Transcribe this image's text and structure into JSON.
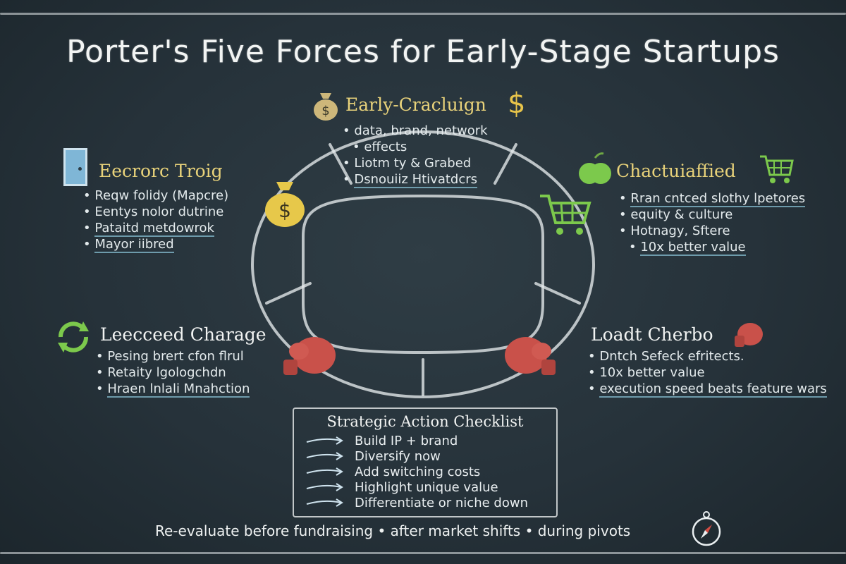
{
  "title": "Porter's Five Forces for Early-Stage Startups",
  "forces": {
    "top": {
      "heading": "Early-Cracluign",
      "items": [
        "data, brand, network",
        "effects",
        "Liotm ty & Grabed",
        "Dsnouiiz Htivatdcrs"
      ],
      "icon_left": "money-bag-icon",
      "icon_right": "dollar-sign-icon",
      "color": "#e8d27a"
    },
    "left_top": {
      "heading": "Eecrorc Troig",
      "items": [
        "Reqw folidy (Mapcre)",
        "Eentys nolor dutrine",
        "Pataitd metdowrok",
        "Mayor iibred"
      ],
      "icon": "door-icon",
      "icon_extra": "money-bag-icon",
      "color": "#e8d27a"
    },
    "right_top": {
      "heading": "Chactuiaffied",
      "items": [
        "Rran cntced slothy lpetores",
        "equity & culture",
        "Hotnagy, Sftere",
        "10x better value"
      ],
      "icon": "apple-icon",
      "icon_extra": "shopping-cart-icon",
      "color": "#e8d27a"
    },
    "left_bottom": {
      "heading": "Leecceed Charage",
      "items": [
        "Pesing brert cfon flrul",
        "Retaity lgologchdn",
        "Hraen lnlali Mnahction"
      ],
      "icon": "recycle-arrows-icon",
      "icon_extra": "boxing-glove-icon",
      "color": "#f1f3f2"
    },
    "right_bottom": {
      "heading": "Loadt Cherbo",
      "items": [
        "Dntch Sefeck efritects.",
        "10x better value",
        "execution speed beats feature wars"
      ],
      "icon": "boxing-glove-icon",
      "icon_extra": "boxing-glove-icon",
      "color": "#f1f3f2"
    }
  },
  "checklist": {
    "title": "Strategic Action Checklist",
    "items": [
      "Build IP + brand",
      "Diversify now",
      "Add switching costs",
      "Highlight unique value",
      "Differentiate or niche down"
    ]
  },
  "footer": {
    "text": "Re-evaluate before fundraising • after market shifts • during pivots",
    "icon": "compass-icon"
  }
}
